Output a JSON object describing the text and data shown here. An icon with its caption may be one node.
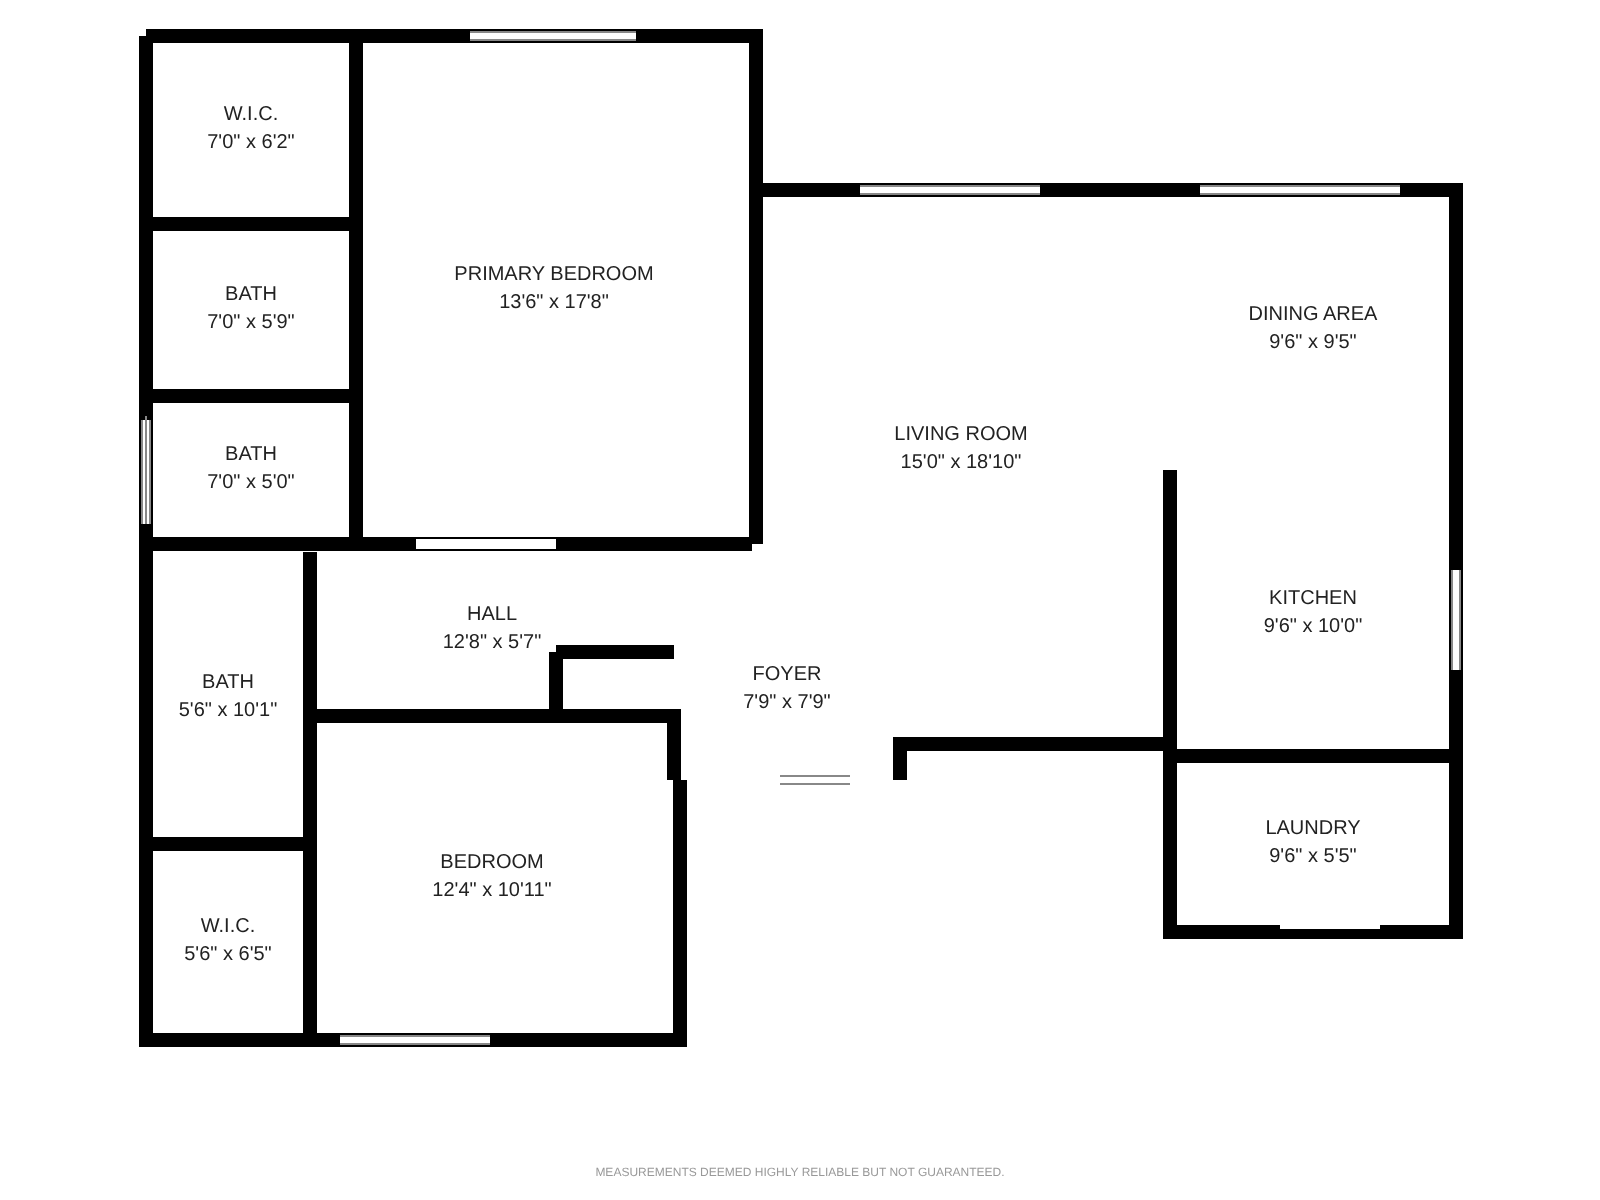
{
  "diagram": {
    "nodes": [
      {
        "text": [
          "W.I.C.",
          "7'0\" x 6'2\""
        ]
      },
      {
        "text": [
          "PRIMARY BEDROOM",
          "13'6\" x 17'8\""
        ]
      },
      {
        "text": [
          "BATH",
          "7'0\" x 5'9\""
        ]
      },
      {
        "text": [
          "BATH",
          "7'0\" x 5'0\""
        ]
      },
      {
        "text": [
          "DINING AREA",
          "9'6\" x 9'5\""
        ]
      },
      {
        "text": [
          "LIVING ROOM",
          "15'0\" x 18'10\""
        ]
      },
      {
        "text": [
          "KITCHEN",
          "9'6\" x 10'0\""
        ]
      },
      {
        "text": [
          "HALL",
          "12'8\" x 5'7\""
        ]
      },
      {
        "text": [
          "BATH",
          "5'6\" x 10'1\""
        ]
      },
      {
        "text": [
          "FOYER",
          "7'9\" x 7'9\""
        ]
      },
      {
        "text": [
          "LAUNDRY",
          "9'6\" x 5'5\""
        ]
      },
      {
        "text": [
          "BEDROOM",
          "12'4\" x 10'11\""
        ]
      },
      {
        "text": [
          "W.I.C.",
          "5'6\" x 6'5\""
        ]
      }
    ],
    "labels": [
      "MEASUREMENTS DEEMED HIGHLY RELIABLE BUT NOT GUARANTEED."
    ]
  }
}
